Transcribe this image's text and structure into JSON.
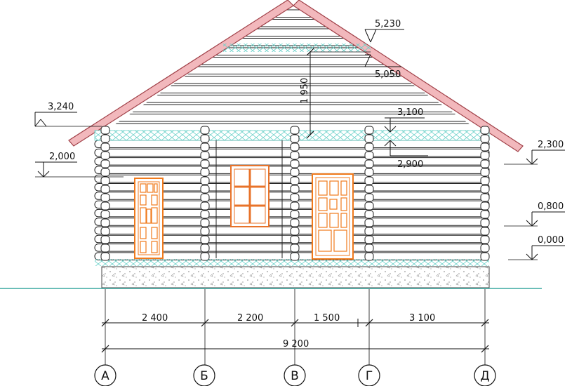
{
  "elevation_marks": {
    "ridge": "5,230",
    "ridge_beam": "5,050",
    "top_left": "3,240",
    "beam_top": "3,100",
    "beam_bottom": "2,900",
    "right_eave": "2,300",
    "left_door": "2,000",
    "sill": "0,800",
    "ground": "0,000"
  },
  "vertical_dimension": "1 950",
  "horizontal_dimensions": {
    "spans": [
      "2 400",
      "2 200",
      "1 500",
      "3 100"
    ],
    "total": "9 200"
  },
  "axes": [
    "А",
    "Б",
    "В",
    "Г",
    "Д"
  ],
  "colors": {
    "roof": "#f2b8bc",
    "roof_stroke": "#a04048",
    "door": "#f07a1c",
    "window": "#e8732a",
    "ground_line": "#3aa8a0",
    "insulation": "#66d0c8",
    "log_stroke": "#222222"
  }
}
